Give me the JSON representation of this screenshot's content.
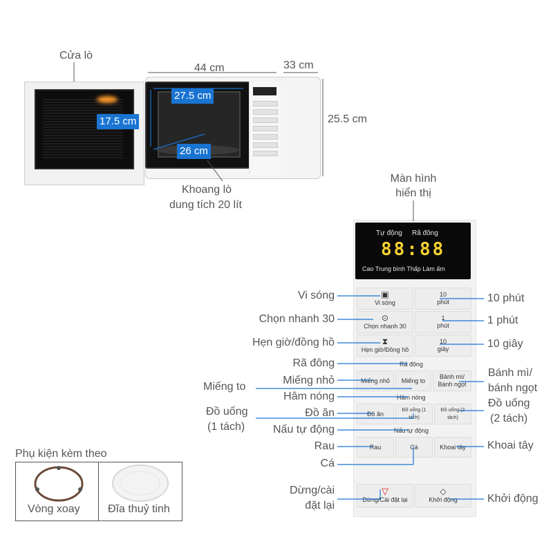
{
  "microwave": {
    "door_label": "Cửa lò",
    "width_label": "44 cm",
    "depth_label": "33 cm",
    "height_label": "25.5 cm",
    "cavity_width_label": "27.5 cm",
    "cavity_height_label": "17.5 cm",
    "cavity_depth_label": "26 cm",
    "cavity_caption_line1": "Khoang lò",
    "cavity_caption_line2": "dung tích 20 lít"
  },
  "display": {
    "caption_line1": "Màn hình",
    "caption_line2": "hiển thị",
    "top_left": "Tự động",
    "top_right": "Rã đông",
    "digits": "88:88",
    "bottom": "Cao  Trung bình  Thấp  Làm ấm"
  },
  "panel": {
    "microwave_btn": "Vi sóng",
    "quick30_btn": "Chọn nhanh 30",
    "timer_btn": "Hẹn giờ/Đồng hồ",
    "ten_min_top": "10",
    "ten_min_bottom": "phút",
    "one_min_top": "1",
    "one_min_bottom": "phút",
    "ten_sec_top": "10",
    "ten_sec_bottom": "giây",
    "defrost_title": "Rã đông",
    "small_piece_btn": "Miếng nhỏ",
    "large_piece_btn": "Miếng to",
    "bread_btn_line1": "Bánh mì/",
    "bread_btn_line2": "Bánh ngọt",
    "reheat_title": "Hâm nóng",
    "food_btn": "Đồ ăn",
    "drink1_btn": "Đồ uống (1 tách)",
    "drink2_btn": "Đồ uống (2 tách)",
    "autocook_title": "Nấu tự động",
    "veg_btn": "Rau",
    "fish_btn": "Cá",
    "potato_btn": "Khoai tây",
    "stop_btn": "Dừng/Cài đặt lại",
    "start_btn": "Khởi động"
  },
  "callouts": {
    "microwave": "Vi sóng",
    "quick30": "Chọn nhanh 30",
    "timer": "Hẹn giờ/đồng hồ",
    "defrost": "Rã đông",
    "large_piece": "Miếng to",
    "small_piece": "Miếng nhỏ",
    "reheat": "Hâm nóng",
    "drink1_line1": "Đồ uống",
    "drink1_line2": "(1 tách)",
    "food": "Đồ ăn",
    "autocook": "Nấu tự động",
    "veg": "Rau",
    "fish": "Cá",
    "stop_line1": "Dừng/cài",
    "stop_line2": "đặt lại",
    "ten_min": "10 phút",
    "one_min": "1 phút",
    "ten_sec": "10 giây",
    "bread_line1": "Bánh mì/",
    "bread_line2": "bánh ngọt",
    "drink2_line1": "Đồ uống",
    "drink2_line2": "(2 tách)",
    "potato": "Khoai tây",
    "start": "Khởi động"
  },
  "accessories": {
    "title": "Phụ kiện kèm theo",
    "item1": "Vòng xoay",
    "item2": "Đĩa thuỷ tinh"
  },
  "colors": {
    "accent_blue": "#1a74d2",
    "display_digits": "#f5d232",
    "leader_line": "#1a74d2"
  }
}
